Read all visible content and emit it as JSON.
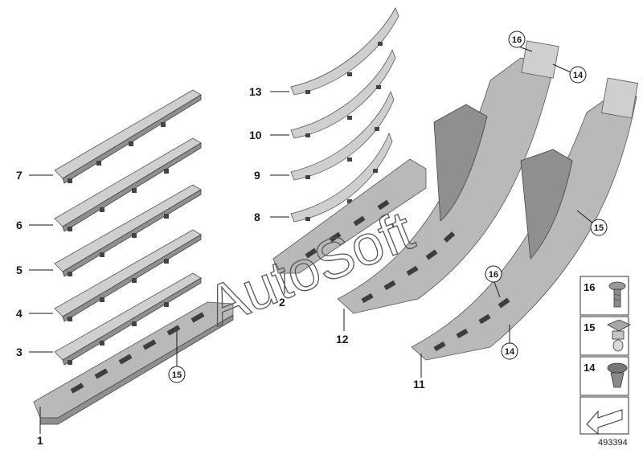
{
  "diagram": {
    "callouts": [
      {
        "id": "c1",
        "text": "1"
      },
      {
        "id": "c2",
        "text": "2"
      },
      {
        "id": "c3",
        "text": "3"
      },
      {
        "id": "c4",
        "text": "4"
      },
      {
        "id": "c5",
        "text": "5"
      },
      {
        "id": "c6",
        "text": "6"
      },
      {
        "id": "c7",
        "text": "7"
      },
      {
        "id": "c8",
        "text": "8"
      },
      {
        "id": "c9",
        "text": "9"
      },
      {
        "id": "c10",
        "text": "10"
      },
      {
        "id": "c11",
        "text": "11"
      },
      {
        "id": "c12",
        "text": "12"
      },
      {
        "id": "c13",
        "text": "13"
      }
    ],
    "circled": [
      {
        "id": "k15a",
        "text": "15"
      },
      {
        "id": "k16a",
        "text": "16"
      },
      {
        "id": "k14a",
        "text": "14"
      },
      {
        "id": "k15b",
        "text": "15"
      },
      {
        "id": "k16b",
        "text": "16"
      },
      {
        "id": "k14b",
        "text": "14"
      }
    ],
    "legend": [
      {
        "text": "16",
        "icon": "screw-icon"
      },
      {
        "text": "15",
        "icon": "clip-nut-icon"
      },
      {
        "text": "14",
        "icon": "push-clip-icon"
      }
    ],
    "document_number": "493394",
    "watermark": "AutoSoft",
    "colors": {
      "part": "#b9b9b9",
      "outline": "#555555",
      "ink": "#1a1a1a"
    }
  }
}
